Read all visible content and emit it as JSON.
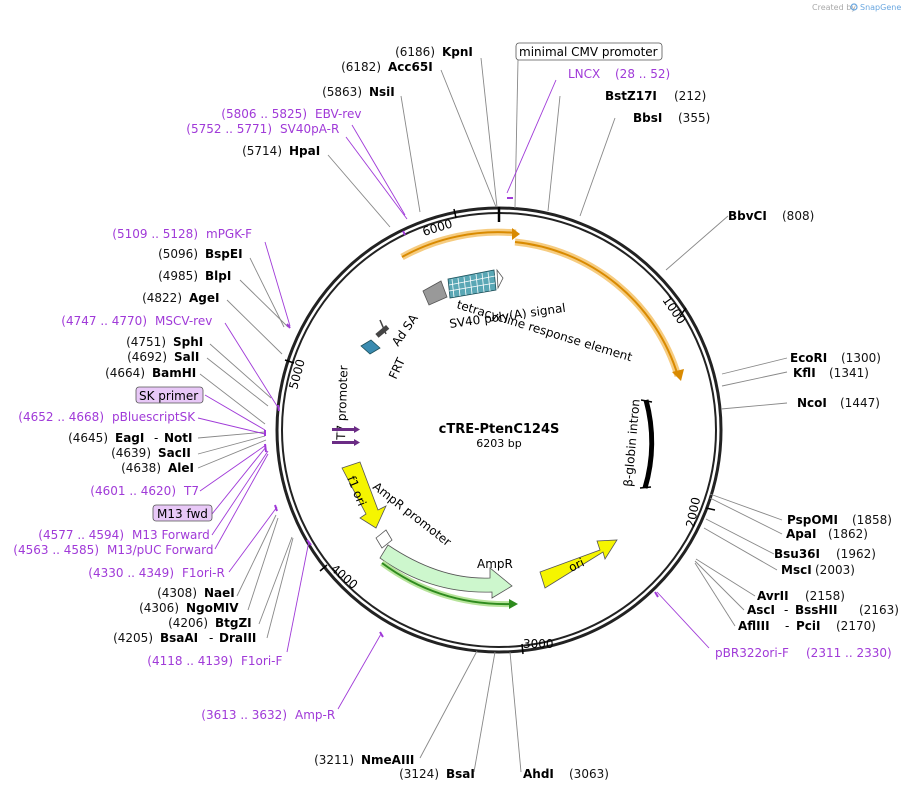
{
  "credit": {
    "text": "Created by",
    "brand": "SnapGene"
  },
  "plasmid": {
    "name": "cTRE-PtenC124S",
    "length": "6203 bp"
  },
  "ticks": [
    "1000",
    "2000",
    "3000",
    "4000",
    "5000",
    "6000"
  ],
  "sites": [
    {
      "pos": "(6186)",
      "name": "KpnI"
    },
    {
      "pos": "(6182)",
      "name": "Acc65I"
    },
    {
      "pos": "(5863)",
      "name": "NsiI"
    },
    {
      "pos": "(5714)",
      "name": "HpaI"
    },
    {
      "pos": "(5096)",
      "name": "BspEI"
    },
    {
      "pos": "(4985)",
      "name": "BlpI"
    },
    {
      "pos": "(4822)",
      "name": "AgeI"
    },
    {
      "pos": "(4751)",
      "name": "SphI"
    },
    {
      "pos": "(4692)",
      "name": "SalI"
    },
    {
      "pos": "(4664)",
      "name": "BamHI"
    },
    {
      "pos": "(4645)",
      "name": "EagI",
      "name2": "NotI"
    },
    {
      "pos": "(4639)",
      "name": "SacII"
    },
    {
      "pos": "(4638)",
      "name": "AleI"
    },
    {
      "pos": "(4308)",
      "name": "NaeI"
    },
    {
      "pos": "(4306)",
      "name": "NgoMIV"
    },
    {
      "pos": "(4206)",
      "name": "BtgZI"
    },
    {
      "pos": "(4205)",
      "name": "BsaAI",
      "name2": "DraIII"
    },
    {
      "pos": "(3211)",
      "name": "NmeAIII"
    },
    {
      "pos": "(3124)",
      "name": "BsaI"
    },
    {
      "pos": "(3063)",
      "name": "AhdI"
    },
    {
      "pos": "(212)",
      "name": "BstZ17I"
    },
    {
      "pos": "(355)",
      "name": "BbsI"
    },
    {
      "pos": "(808)",
      "name": "BbvCI"
    },
    {
      "pos": "(1300)",
      "name": "EcoRI"
    },
    {
      "pos": "(1341)",
      "name": "KflI"
    },
    {
      "pos": "(1447)",
      "name": "NcoI"
    },
    {
      "pos": "(1858)",
      "name": "PspOMI"
    },
    {
      "pos": "(1862)",
      "name": "ApaI"
    },
    {
      "pos": "(1962)",
      "name": "Bsu36I"
    },
    {
      "pos": "(2003)",
      "name": "MscI"
    },
    {
      "pos": "(2158)",
      "name": "AvrII"
    },
    {
      "pos": "(2163)",
      "name": "AscI",
      "name2": "BssHII"
    },
    {
      "pos": "(2170)",
      "name": "AflIII",
      "name2": "PciI"
    }
  ],
  "primers": [
    {
      "range": "(28 .. 52)",
      "name": "LNCX"
    },
    {
      "range": "(5806 .. 5825)",
      "name": "EBV-rev"
    },
    {
      "range": "(5752 .. 5771)",
      "name": "SV40pA-R"
    },
    {
      "range": "(5109 .. 5128)",
      "name": "mPGK-F"
    },
    {
      "range": "(4747 .. 4770)",
      "name": "MSCV-rev"
    },
    {
      "name": "SK primer"
    },
    {
      "range": "(4652 .. 4668)",
      "name": "pBluescriptSK"
    },
    {
      "range": "(4601 .. 4620)",
      "name": "T7"
    },
    {
      "name": "M13 fwd"
    },
    {
      "range": "(4577 .. 4594)",
      "name": "M13 Forward"
    },
    {
      "range": "(4563 .. 4585)",
      "name": "M13/pUC Forward"
    },
    {
      "range": "(4330 .. 4349)",
      "name": "F1ori-R"
    },
    {
      "range": "(4118 .. 4139)",
      "name": "F1ori-F"
    },
    {
      "range": "(3613 .. 3632)",
      "name": "Amp-R"
    },
    {
      "range": "(2311 .. 2330)",
      "name": "pBR322ori-F"
    }
  ],
  "boxed_labels": {
    "cmv": "minimal CMV promoter"
  },
  "features": {
    "tre": "tetracycline response element",
    "sv40": "SV40 poly(A) signal",
    "adsa": "Ad SA",
    "frt": "FRT",
    "t7": "T7 promoter",
    "bglobin": "β-globin intron",
    "f1ori": "f1 ori",
    "ampr_promoter": "AmpR promoter",
    "ampr": "AmpR",
    "ori": "ori"
  },
  "colors": {
    "backbone": "#222222",
    "primer": "#a03ad8",
    "orange_arc": "#d98a00",
    "green_arc": "#2e8b1e",
    "yellow_feature": "#f5f500",
    "ampr_fill": "#cdf7cd",
    "tre_fill": "#5aa7b5",
    "sv40_fill": "#999999"
  }
}
